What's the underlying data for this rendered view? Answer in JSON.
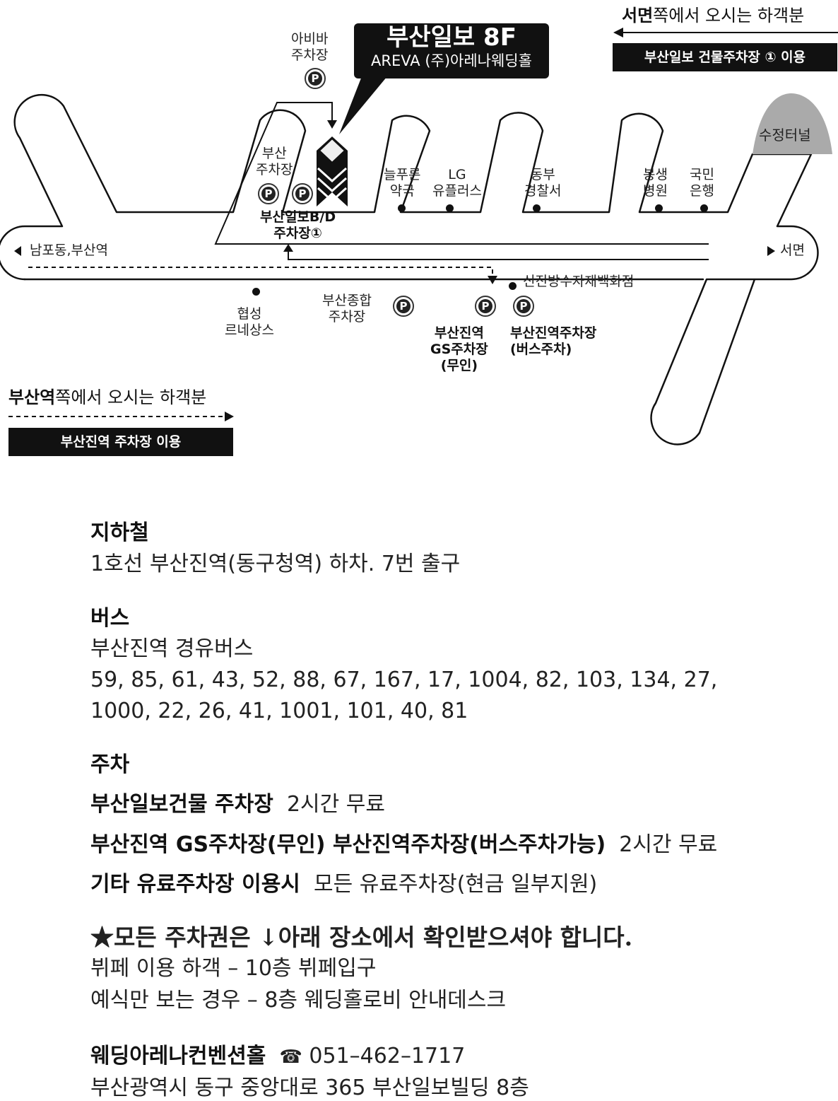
{
  "map": {
    "callout_title": "부산일보 8F",
    "callout_sub": "AREVA (주)아레나웨딩홀",
    "from_seomyeon": {
      "bold": "서면",
      "rest": "쪽에서 오시는 하객분"
    },
    "seomyeon_box": "부산일보 건물주차장 ① 이용",
    "from_busan_station": {
      "bold": "부산역",
      "rest": "쪽에서 오시는 하객분"
    },
    "busan_station_box": "부산진역 주차장 이용",
    "left_end": "남포동,부산역",
    "right_end": "서면",
    "tunnel": "수정터널",
    "parking_symbol": "P",
    "labels": {
      "abiba_parking": "아비바\n주차장",
      "busan_parking": "부산\n주차장",
      "busanilbo_bd_parking": "부산일보B/D\n주차장①",
      "neulpureun": "늘푸른\n약국",
      "lg": "LG\n유플러스",
      "dongbu": "동부\n경찰서",
      "bongsaeng": "봉생\n병원",
      "kookmin": "국민\n은행",
      "shinjin": "신진방수자재백화점",
      "hyeopseong": "협성\n르네상스",
      "busan_jonghap": "부산종합\n주차장",
      "busanjin_gs": "부산진역\nGS주차장\n(무인)",
      "busanjin_parking": "부산진역주차장\n(버스주차)"
    }
  },
  "info": {
    "subway": {
      "title": "지하철",
      "text": "1호선 부산진역(동구청역) 하차. 7번 출구"
    },
    "bus": {
      "title": "버스",
      "line1": "부산진역 경유버스",
      "line2": "59, 85, 61, 43, 52, 88, 67, 167, 17, 1004, 82, 103, 134, 27,",
      "line3": "1000, 22, 26, 41, 1001, 101, 40, 81"
    },
    "parking": {
      "title": "주차",
      "rows": [
        {
          "bold": "부산일보건물 주차장",
          "text": "2시간 무료"
        },
        {
          "bold": "부산진역 GS주차장(무인) 부산진역주차장(버스주차가능)",
          "text": "2시간 무료"
        },
        {
          "bold": "기타 유료주차장 이용시",
          "text": "모든 유료주차장(현금 일부지원)"
        }
      ]
    },
    "notice": {
      "title": "★모든 주차권은 ↓아래 장소에서 확인받으셔야 합니다.",
      "line1": "뷔페 이용 하객 – 10층 뷔페입구",
      "line2": "예식만 보는 경우 – 8층 웨딩홀로비 안내데스크"
    },
    "venue": {
      "name": "웨딩아레나컨벤션홀",
      "phone_icon": "☎",
      "phone": "051–462–1717",
      "address": "부산광역시 동구 중앙대로 365 부산일보빌딩 8층"
    }
  }
}
